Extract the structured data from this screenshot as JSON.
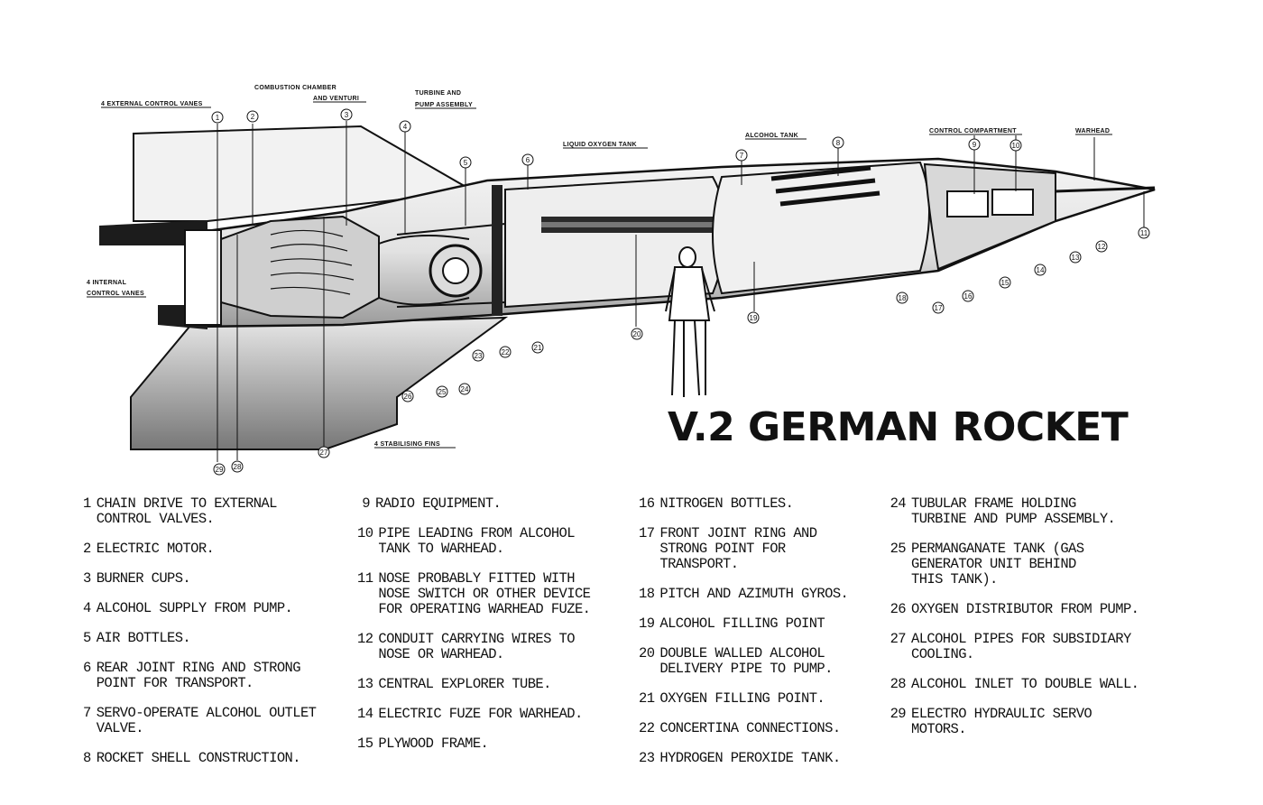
{
  "diagram": {
    "headline": "V.2 GERMAN ROCKET",
    "callouts": {
      "external_vanes": "4 EXTERNAL CONTROL VANES",
      "combustion_1": "COMBUSTION CHAMBER",
      "combustion_2": "AND VENTURI",
      "turbine_1": "TURBINE AND",
      "turbine_2": "PUMP ASSEMBLY",
      "lox_tank": "LIQUID OXYGEN TANK",
      "alcohol_tank": "ALCOHOL TANK",
      "control_compartment": "CONTROL COMPARTMENT",
      "warhead": "WARHEAD",
      "internal_vanes_1": "4 INTERNAL",
      "internal_vanes_2": "CONTROL VANES",
      "fins": "4 STABILISING FINS"
    },
    "markers": [
      "1",
      "2",
      "3",
      "4",
      "5",
      "6",
      "7",
      "8",
      "9",
      "10",
      "11",
      "12",
      "13",
      "14",
      "15",
      "16",
      "17",
      "18",
      "19",
      "20",
      "21",
      "22",
      "23",
      "24",
      "25",
      "26",
      "27",
      "28",
      "29"
    ],
    "colors": {
      "ink": "#111111",
      "body_shade": "#d8d8d8",
      "fin_shade": "#bdbdbd",
      "background": "#ffffff"
    }
  },
  "legend": {
    "col1": [
      {
        "n": "1",
        "text": "CHAIN DRIVE TO EXTERNAL\nCONTROL VALVES."
      },
      {
        "n": "2",
        "text": "ELECTRIC MOTOR."
      },
      {
        "n": "3",
        "text": "BURNER CUPS."
      },
      {
        "n": "4",
        "text": "ALCOHOL SUPPLY FROM PUMP."
      },
      {
        "n": "5",
        "text": "AIR BOTTLES."
      },
      {
        "n": "6",
        "text": "REAR JOINT RING AND STRONG\nPOINT FOR TRANSPORT."
      },
      {
        "n": "7",
        "text": "SERVO-OPERATE ALCOHOL OUTLET\nVALVE."
      },
      {
        "n": "8",
        "text": "ROCKET SHELL CONSTRUCTION."
      }
    ],
    "col2": [
      {
        "n": "9",
        "text": "RADIO EQUIPMENT."
      },
      {
        "n": "10",
        "text": "PIPE LEADING FROM ALCOHOL\nTANK TO WARHEAD."
      },
      {
        "n": "11",
        "text": "NOSE PROBABLY FITTED WITH\nNOSE SWITCH OR OTHER DEVICE\nFOR OPERATING WARHEAD FUZE."
      },
      {
        "n": "12",
        "text": "CONDUIT CARRYING WIRES TO\nNOSE OR WARHEAD."
      },
      {
        "n": "13",
        "text": "CENTRAL EXPLORER TUBE."
      },
      {
        "n": "14",
        "text": "ELECTRIC FUZE FOR WARHEAD."
      },
      {
        "n": "15",
        "text": "PLYWOOD FRAME."
      }
    ],
    "col3": [
      {
        "n": "16",
        "text": "NITROGEN BOTTLES."
      },
      {
        "n": "17",
        "text": "FRONT JOINT RING AND\nSTRONG POINT FOR\nTRANSPORT."
      },
      {
        "n": "18",
        "text": "PITCH AND AZIMUTH GYROS."
      },
      {
        "n": "19",
        "text": "ALCOHOL FILLING POINT"
      },
      {
        "n": "20",
        "text": "DOUBLE WALLED ALCOHOL\nDELIVERY PIPE TO PUMP."
      },
      {
        "n": "21",
        "text": "OXYGEN FILLING POINT."
      },
      {
        "n": "22",
        "text": "CONCERTINA CONNECTIONS."
      },
      {
        "n": "23",
        "text": "HYDROGEN PEROXIDE TANK."
      }
    ],
    "col4": [
      {
        "n": "24",
        "text": "TUBULAR FRAME HOLDING\nTURBINE AND PUMP ASSEMBLY."
      },
      {
        "n": "25",
        "text": "PERMANGANATE TANK (GAS\nGENERATOR UNIT BEHIND\nTHIS TANK)."
      },
      {
        "n": "26",
        "text": "OXYGEN DISTRIBUTOR FROM PUMP."
      },
      {
        "n": "27",
        "text": "ALCOHOL PIPES FOR SUBSIDIARY\nCOOLING."
      },
      {
        "n": "28",
        "text": "ALCOHOL INLET TO DOUBLE WALL."
      },
      {
        "n": "29",
        "text": "ELECTRO HYDRAULIC SERVO\nMOTORS."
      }
    ]
  }
}
